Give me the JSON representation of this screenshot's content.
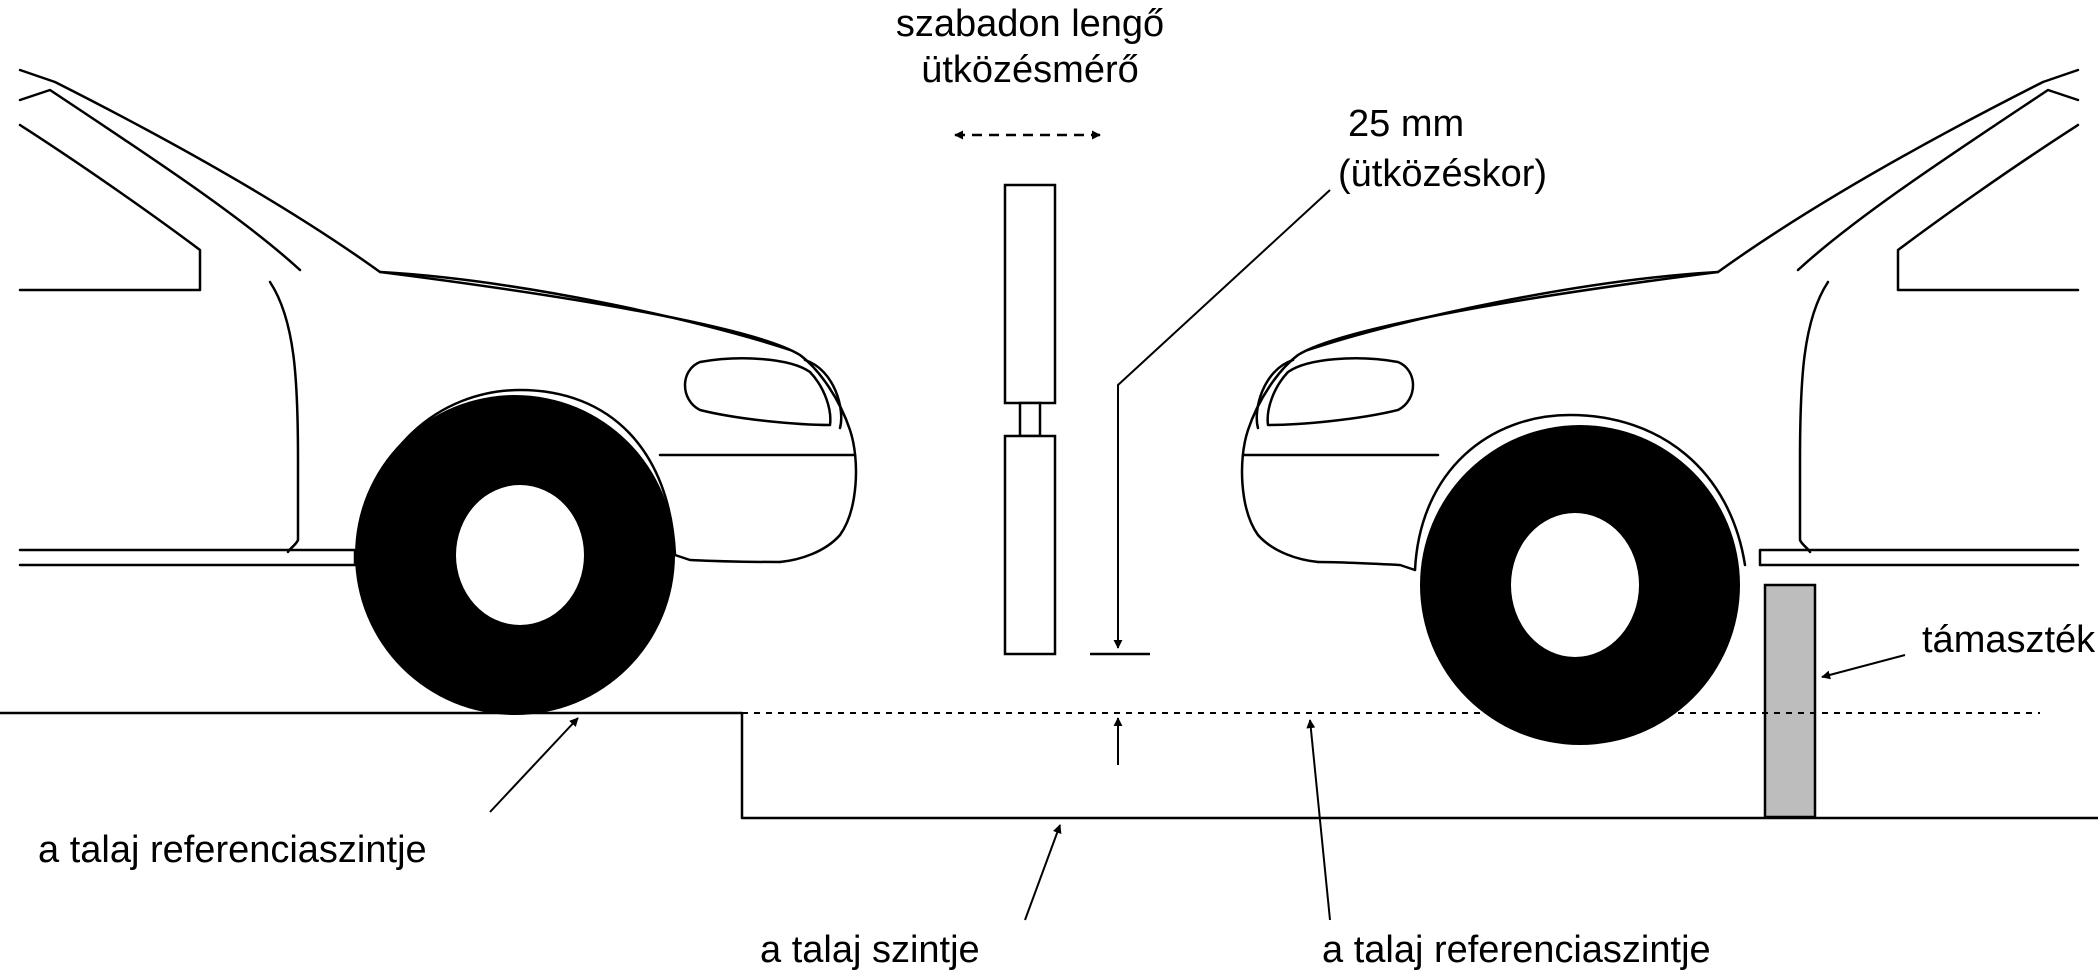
{
  "labels": {
    "pendulum_line1": "szabadon lengő",
    "pendulum_line2": "ütközésmérő",
    "height_line1": "25 mm",
    "height_line2": "(ütközéskor)",
    "support": "támaszték",
    "reference_left": "a talaj referenciaszintje",
    "ground": "a talaj szintje",
    "reference_right": "a talaj referenciaszintje"
  },
  "colors": {
    "line": "#000000",
    "support_fill": "#bdbdbd",
    "background": "#ffffff"
  }
}
